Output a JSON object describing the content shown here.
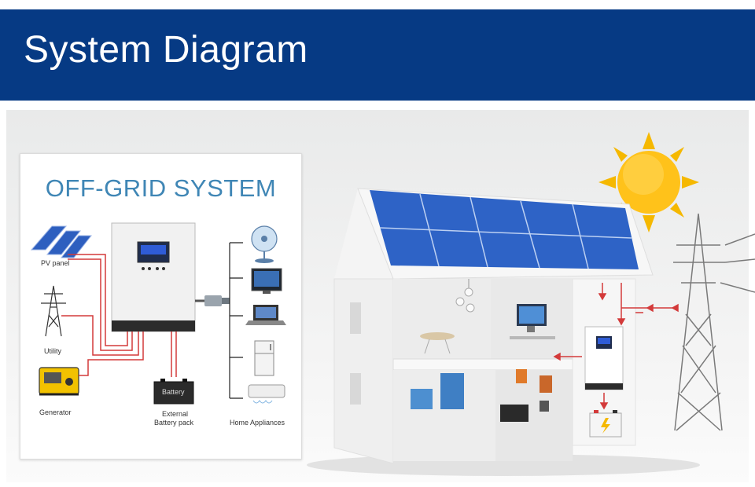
{
  "header": {
    "title": "System Diagram"
  },
  "offgrid": {
    "title": "OFF-GRID SYSTEM",
    "labels": {
      "pv_panel": "PV panel",
      "utility": "Utility",
      "generator": "Generator",
      "battery": "Battery",
      "external_line1": "External",
      "external_line2": "Battery pack",
      "home_appliances": "Home Appliances"
    }
  },
  "colors": {
    "header_bg": "#063a84",
    "title_color": "#3f86b5",
    "wire_red": "#d33a3a",
    "solar_blue": "#2e63c6",
    "sun_yellow": "#f5b800"
  }
}
